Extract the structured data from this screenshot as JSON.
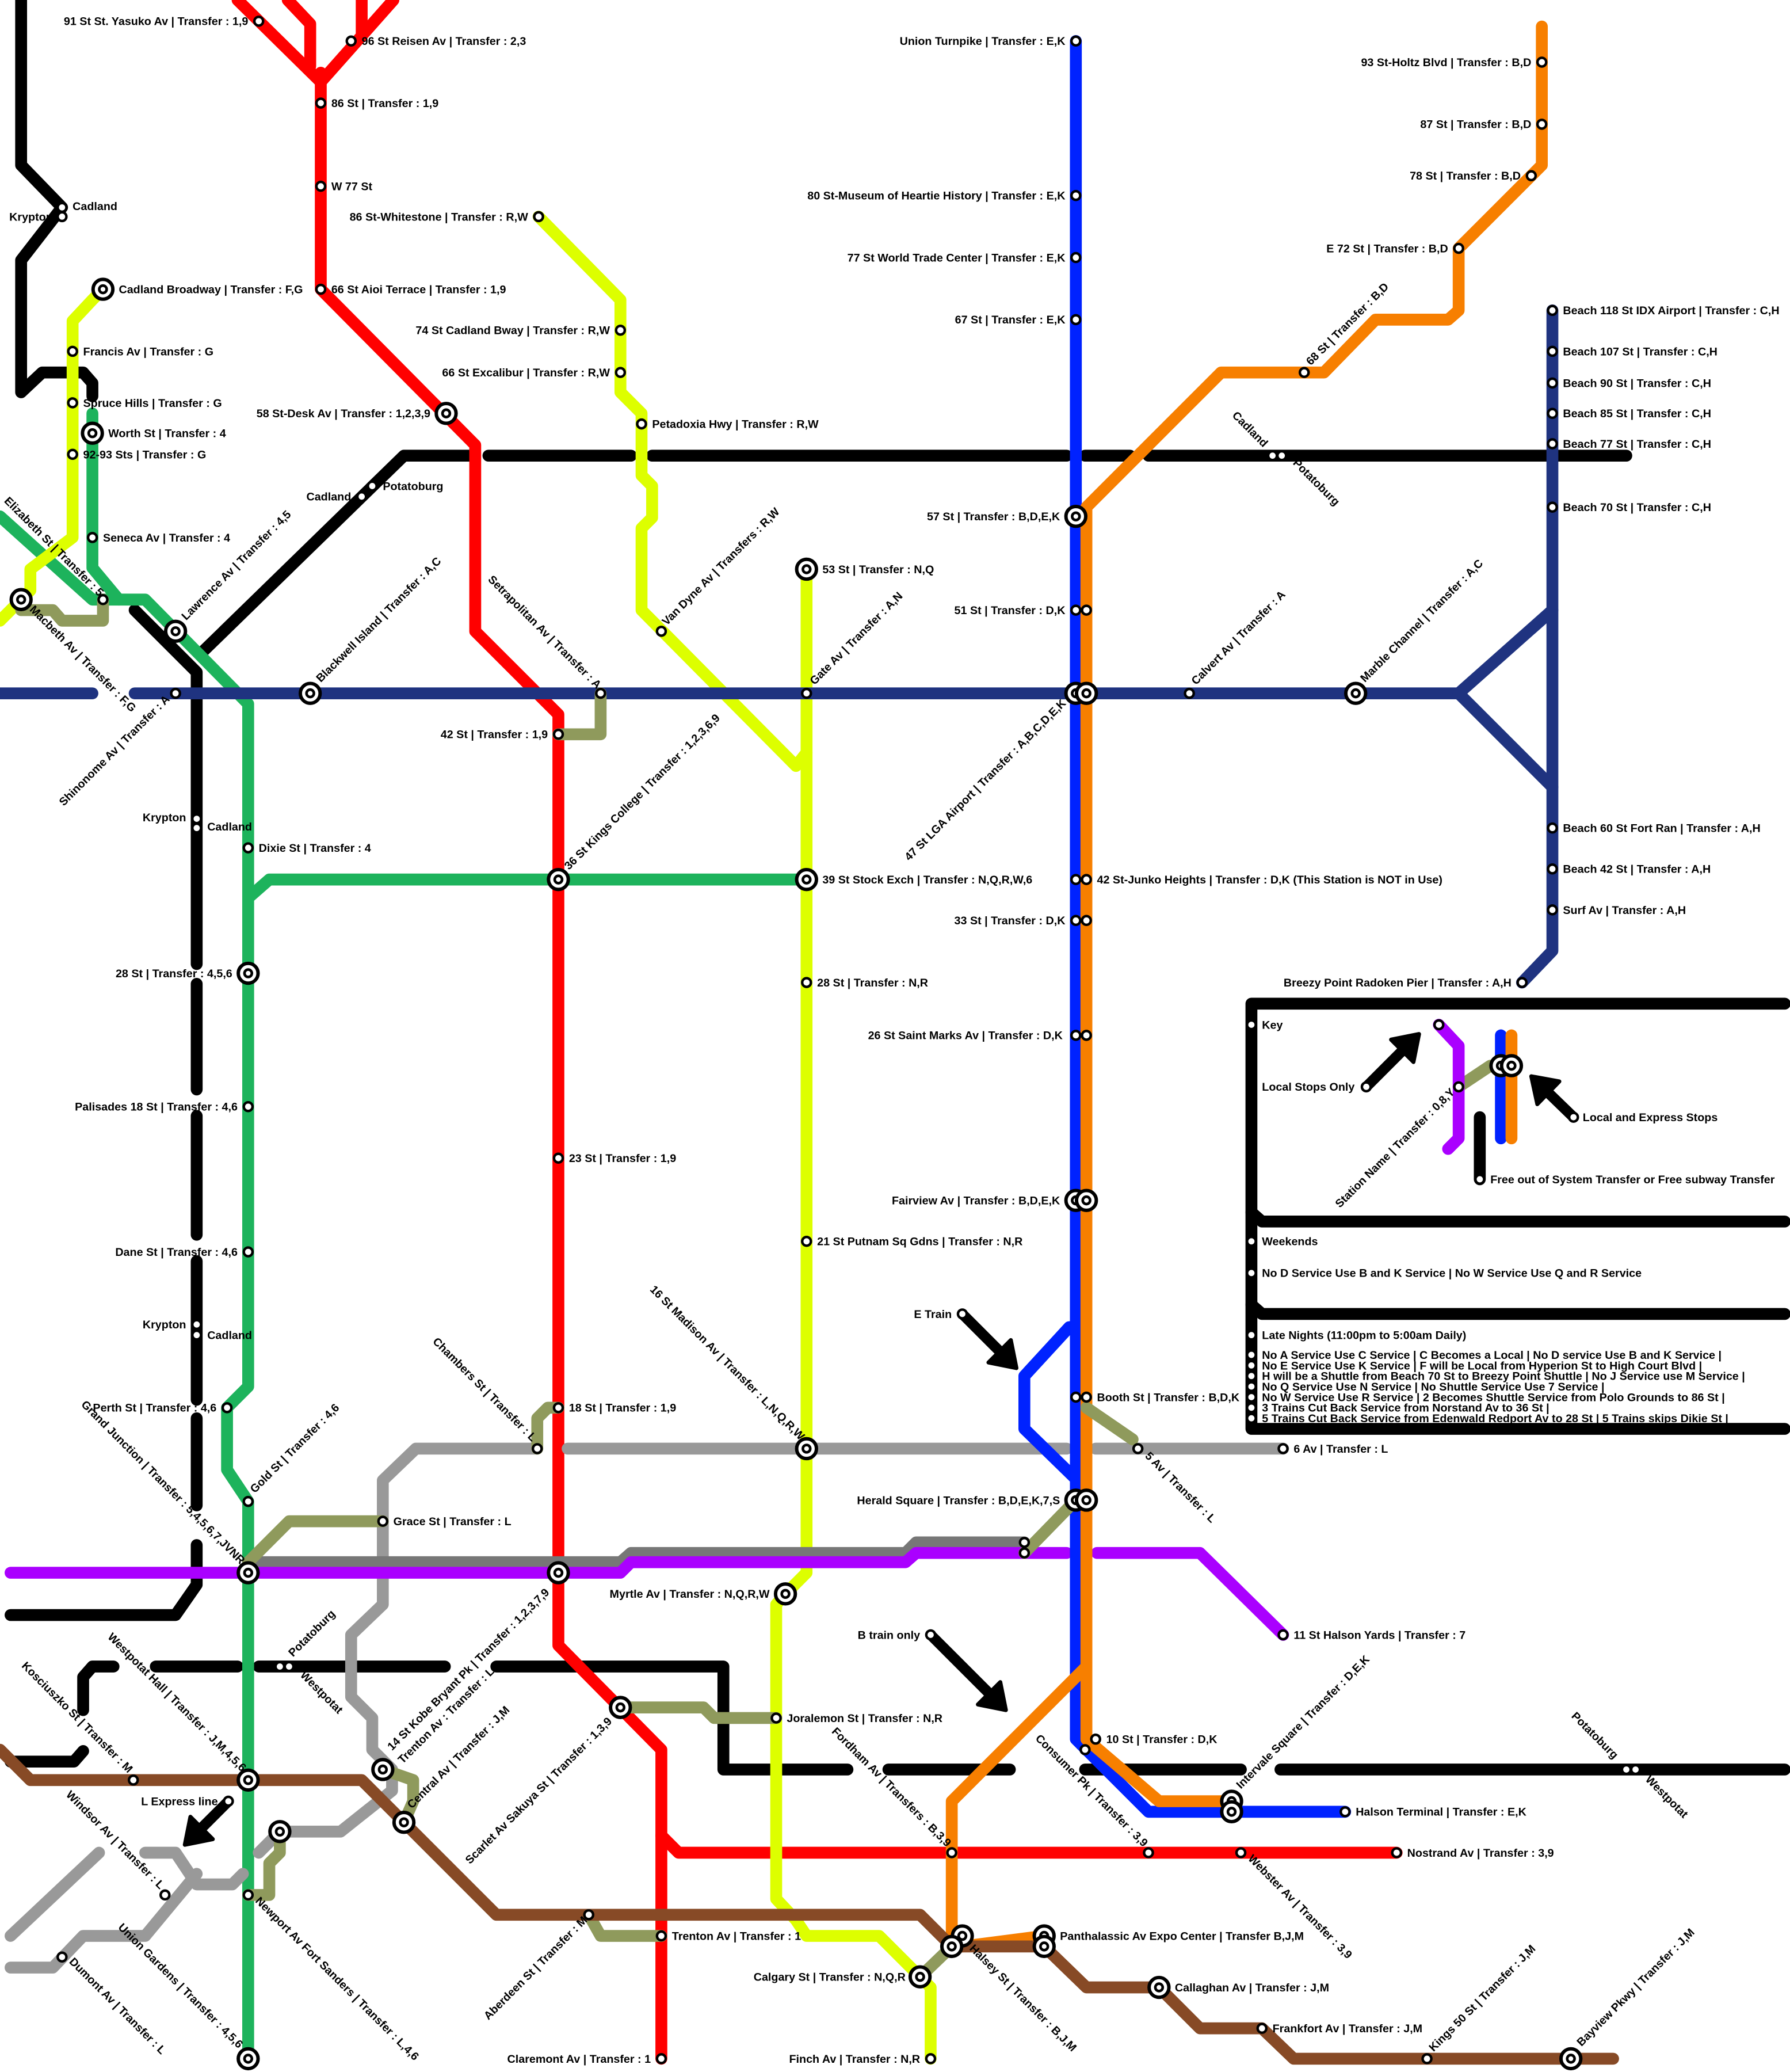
{
  "line_colors": {
    "red": "#ff0000",
    "green": "#1db35c",
    "lime": "#ddff00",
    "blue": "#0022ff",
    "orange": "#f77f00",
    "navy": "#1f3380",
    "purple": "#aa00ff",
    "gray": "#999999",
    "darkgray": "#777777",
    "olive": "#8f9a5c",
    "brown": "#874a26",
    "black": "#000000"
  },
  "stations": [
    "91 St St. Yasuko Av | Transfer : 1,9",
    "96 St Reisen Av | Transfer : 2,3",
    "86 St | Transfer : 1,9",
    "W 77 St",
    "86 St-Whitestone | Transfer : R,W",
    "66 St Aioi Terrace | Transfer : 1,9",
    "Cadland Broadway | Transfer : F,G",
    "Francis Av | Transfer : G",
    "74 St Cadland Bway | Transfer : R,W",
    "66 St Excalibur | Transfer : R,W",
    "Spruce Hills | Transfer : G",
    "58 St-Desk Av | Transfer  : 1,2,3,9",
    "Petadoxia Hwy | Transfer : R,W",
    "Worth St | Transfer : 4",
    "92-93 Sts | Transfer : G",
    "Seneca Av | Transfer : 4",
    "Elizabeth St | Transfer : 5",
    "Macbeth Av | Transfer : F,G",
    "Lawrence Av | Transfer : 4,5",
    "Blackwell Island | Transfer : A,C",
    "Shinonome Av | Transfer : A",
    "Setrapolitan Av | Transfer : A",
    "42 St | Transfer : 1,9",
    "Van Dyne Av | Transfers : R,W",
    "53 St | Transfer : N,Q",
    "Gate Av | Transfer : A,N",
    "36 St Kings College | Transfer : 1,2,3,6,9",
    "Dixie St | Transfer : 4",
    "39 St Stock Exch | Transfer : N,Q,R,W,6",
    "28 St | Transfer : 4,5,6",
    "28 St | Transfer : N,R",
    "Palisades 18 St | Transfer : 4,6",
    "23 St | Transfer : 1,9",
    "21 St Putnam Sq Gdns | Transfer : N,R",
    "Dane St | Transfer : 4,6",
    "16 St Madison Av | Transfer : L,N,Q,R,W",
    "Chambers St | Transfer : L",
    "Perth St | Transfer : 4,6",
    "18 St | Transfer : 1,9",
    "Grand Junction | Transfer : 5,4,5,6,7,JVNR",
    "Gold St | Transfer : 4,6",
    "Grace St | Transfer : L",
    "Myrtle Av | Transfer : N,Q,R,W",
    "14 St Kobe Bryant Pk | Transfer : 1,2,3,7,9",
    "Trenton Av : Transfer : L",
    "Westpotat Hall | Transfer : J,M,4,5,6",
    "Kosciuszko St | Transfer : M",
    "Central Av | Transfer : J,M",
    "Windsor Av | Transfer : L",
    "Newport Av Fort Sanders | Transfer : L,4,6",
    "Union Gardens | Transfer : 4,5,6",
    "Dumont Av | Transfer : L",
    "Scarlet Av Sakuya St | Transfer : 1,3,9",
    "Joralemon St | Transfer : N,R",
    "Aberdeen St | Transfer : M",
    "Trenton Av | Transfer : 1",
    "Claremont Av | Transfer : 1",
    "Calgary St | Transfer : N,Q,R",
    "Finch Av | Transfer : N,R",
    "Fordham Av | Transfers : B,3,9",
    "Halsey St | Transfer : B,J,M",
    "Panthalassic Av Expo Center | Transfer B,J,M",
    "Consumer Pk | Transfer : 3,9",
    "Webster Av | Transfer : 3,9",
    "Callaghan Av | Transfer : J,M",
    "Frankfort Av | Transfer : J,M",
    "Kings 50 St | Transfer : J,M",
    "Bayview Pkwy | Transfer : J,M",
    "Nostrand Av | Transfer : 3,9",
    "Halson Terminal | Transfer : E,K",
    "Intervale Square | Transfer : D,E,K",
    "10 St | Transfer : D,K",
    "11 St Halson Yards | Transfer : 7",
    "Herald Square | Transfer : B,D,E,K,7,S",
    "5 Av | Transfer : L",
    "6 Av | Transfer : L",
    "Booth St | Transfer : B,D,K",
    "Fairview Av | Transfer : B,D,E,K",
    "26 St Saint Marks Av | Transfer : D,K",
    "33 St | Transfer : D,K",
    "42 St-Junko Heights | Transfer : D,K (This Station is NOT in Use)",
    "47 St LGA Airport | Transfer : A,B,C,D,E,K",
    "Calvert Av | Transfer : A",
    "Marble Channel | Transfer : A,C",
    "51 St | Transfer : D,K",
    "57 St | Transfer : B,D,E,K",
    "Union Turnpike | Transfer : E,K",
    "80 St-Museum of Heartie History | Transfer : E,K",
    "77 St World Trade Center | Transfer : E,K",
    "67 St | Transfer : E,K",
    "93 St-Holtz Blvd | Transfer : B,D",
    "87 St | Transfer : B,D",
    "78 St | Transfer : B,D",
    "E 72 St | Transfer : B,D",
    "68 St | Transfer : B,D",
    "Beach 118 St IDX Airport | Transfer : C,H",
    "Beach 107 St | Transfer : C,H",
    "Beach 90 St | Transfer : C,H",
    "Beach 85 St | Transfer : C,H",
    "Beach 77 St | Transfer : C,H",
    "Beach 70 St | Transfer : C,H",
    "Beach 60 St Fort Ran | Transfer : A,H",
    "Beach 42 St | Transfer : A,H",
    "Surf Av | Transfer : A,H",
    "Breezy Point Radoken Pier | Transfer : A,H"
  ],
  "places": [
    "Krypton",
    "Cadland",
    "Cadland",
    "Potatoburg",
    "Krypton",
    "Cadland",
    "Krypton",
    "Cadland",
    "Potatoburg",
    "Westpotat",
    "Cadland",
    "Potatoburg",
    "Potatoburg",
    "Westpotat"
  ],
  "annotations": {
    "e_train": "E Train",
    "b_train": "B train only",
    "l_express": "L Express line"
  },
  "key": {
    "title": "Key",
    "local_stops": "Local Stops Only",
    "express_stops": "Local and Express Stops",
    "station_name": "Station Name | Transfer : 0,8,Y",
    "free_transfer": "Free out of System Transfer or Free subway Transfer",
    "weekends_title": "Weekends",
    "weekends_note": "No D Service Use B and K Service | No W Service Use Q and R Service",
    "late_nights_title": "Late Nights (11:00pm to 5:00am Daily)",
    "late_nights_notes": [
      "No A Service Use C Service | C Becomes a Local | No D service Use B and K Service |",
      "No E Service Use K Service | F will be Local from Hyperion St to High Court Blvd |",
      "H will be a Shuttle from Beach 70 St to Breezy Point Shuttle | No J Service use M Service |",
      "No Q Service Use N Service | No Shuttle Service Use 7 Service |",
      "No W Service Use R Service | 2 Becomes Shuttle Service from Polo Grounds to 86 St |",
      "3 Trains Cut Back Service from Norstand Av to 36 St |",
      "5 Trains Cut Back Service from Edenwald Redport Av to 28 St | 5 Trains skips Dikie St |"
    ]
  }
}
